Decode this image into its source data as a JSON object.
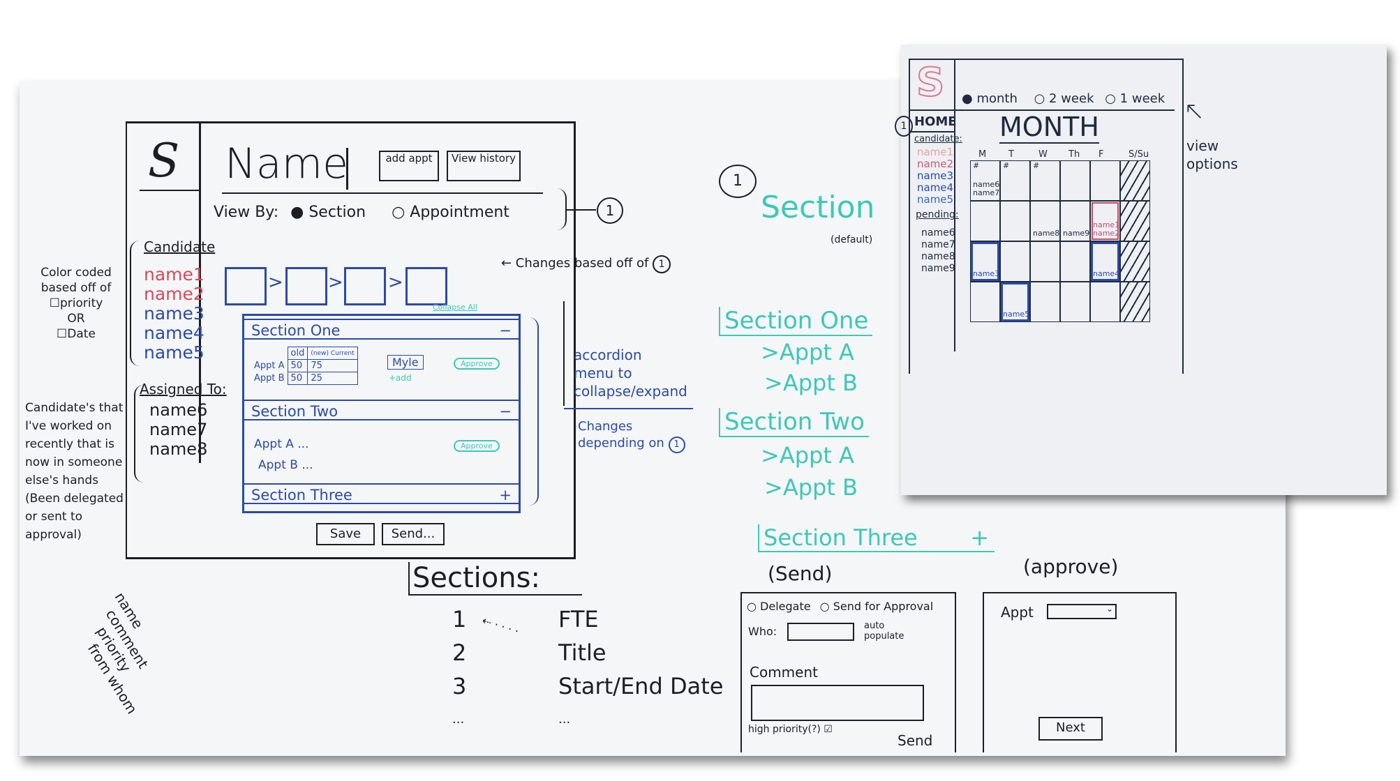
{
  "main_wireframe": {
    "title": "Name",
    "buttons": {
      "add_appt": "add appt",
      "view_history": "View history",
      "save": "Save",
      "send": "Send..."
    },
    "view_by": {
      "label": "View By:",
      "options": [
        "Section",
        "Appointment"
      ],
      "selected": "Section"
    },
    "callout_marker": "1",
    "sidebar": {
      "candidate_heading": "Candidate",
      "candidates": [
        {
          "name": "name1",
          "color": "#d64a5a"
        },
        {
          "name": "name2",
          "color": "#d64a5a"
        },
        {
          "name": "name3",
          "color": "#2a4aa8"
        },
        {
          "name": "name4",
          "color": "#2a4aa8"
        },
        {
          "name": "name5",
          "color": "#2a4aa8"
        }
      ],
      "assigned_heading": "Assigned To:",
      "assigned": [
        "name6",
        "name7",
        "name8"
      ]
    },
    "accordion": {
      "collapse_all": "Collapse All",
      "sections": [
        {
          "title": "Section One",
          "toggle": "−",
          "table": {
            "headers": [
              "old",
              "(new) Current"
            ],
            "rows": [
              {
                "label": "Appt A",
                "old": "50",
                "current": "75"
              },
              {
                "label": "Appt B",
                "old": "50",
                "current": "25"
              }
            ]
          },
          "note": "Myle",
          "note_action": "+add",
          "badge": "Approve"
        },
        {
          "title": "Section Two",
          "toggle": "−",
          "items": [
            {
              "label": "Appt A",
              "ellipsis": "..."
            },
            {
              "label": "Appt B",
              "ellipsis": "..."
            }
          ],
          "badge": "Approve"
        },
        {
          "title": "Section Three",
          "toggle": "+"
        }
      ]
    }
  },
  "annotations": {
    "color_coded": "Color coded based off of",
    "priority": "priority",
    "or": "OR",
    "date": "Date",
    "candidates_note": "Candidate's that I've worked on recently that is now in someone else's hands (Been delegated or sent to approval)",
    "changes_based": "← Changes based off of",
    "accordion_note": "accordion menu to collapse/expand",
    "changes_depending": "Changes depending on",
    "marker": "1"
  },
  "teal_outline": {
    "marker": "1",
    "heading": "Section",
    "heading_note": "(default)",
    "items": [
      "Section One",
      ">Appt A",
      ">Appt B",
      "Section Two",
      ">Appt A",
      ">Appt B",
      "Section Three"
    ],
    "plus": "+"
  },
  "sections_list": {
    "heading": "Sections:",
    "numbers": [
      "1",
      "2",
      "3",
      "..."
    ],
    "values": [
      "FTE",
      "Title",
      "Start/End Date",
      "..."
    ]
  },
  "fields_note": [
    "name",
    "comment",
    "priority",
    "from whom"
  ],
  "send_dialog": {
    "caption": "(Send)",
    "options": [
      "Delegate",
      "Send for Approval"
    ],
    "who_label": "Who:",
    "auto_note": "auto populate",
    "comment_label": "Comment",
    "priority_label": "high priority(?)",
    "priority_checked": true,
    "send_label": "Send"
  },
  "approve_dialog": {
    "caption": "(approve)",
    "appt_label": "Appt",
    "next_label": "Next"
  },
  "calendar": {
    "logo": "S",
    "view_options": [
      "month",
      "2 week",
      "1 week"
    ],
    "selected_view": "month",
    "home": "HOME",
    "marker": "1",
    "candidate_heading": "candidate:",
    "candidates": [
      {
        "name": "name1",
        "color": "#e8a0a8"
      },
      {
        "name": "name2",
        "color": "#c85a78"
      },
      {
        "name": "name3",
        "color": "#2a4aa8"
      },
      {
        "name": "name4",
        "color": "#2a4aa8"
      },
      {
        "name": "name5",
        "color": "#3a66b8"
      }
    ],
    "pending_heading": "pending:",
    "pending": [
      "name6",
      "name7",
      "name8",
      "name9"
    ],
    "title": "MONTH",
    "days": [
      "M",
      "T",
      "W",
      "Th",
      "F",
      "S/Su"
    ],
    "cells": [
      {
        "row": 0,
        "col": 0,
        "mark": "#",
        "text": "name6 name7"
      },
      {
        "row": 0,
        "col": 1,
        "mark": "#"
      },
      {
        "row": 0,
        "col": 2,
        "mark": "#"
      },
      {
        "row": 1,
        "col": 2,
        "text": "name8"
      },
      {
        "row": 1,
        "col": 3,
        "text": "name9"
      },
      {
        "row": 1,
        "col": 4,
        "text": "name1 name2",
        "highlight": "red"
      },
      {
        "row": 2,
        "col": 0,
        "text": "name3",
        "highlight": "blue"
      },
      {
        "row": 2,
        "col": 4,
        "text": "name4",
        "highlight": "blue"
      },
      {
        "row": 3,
        "col": 1,
        "text": "name5",
        "highlight": "blue"
      }
    ],
    "annotation": "view options"
  }
}
